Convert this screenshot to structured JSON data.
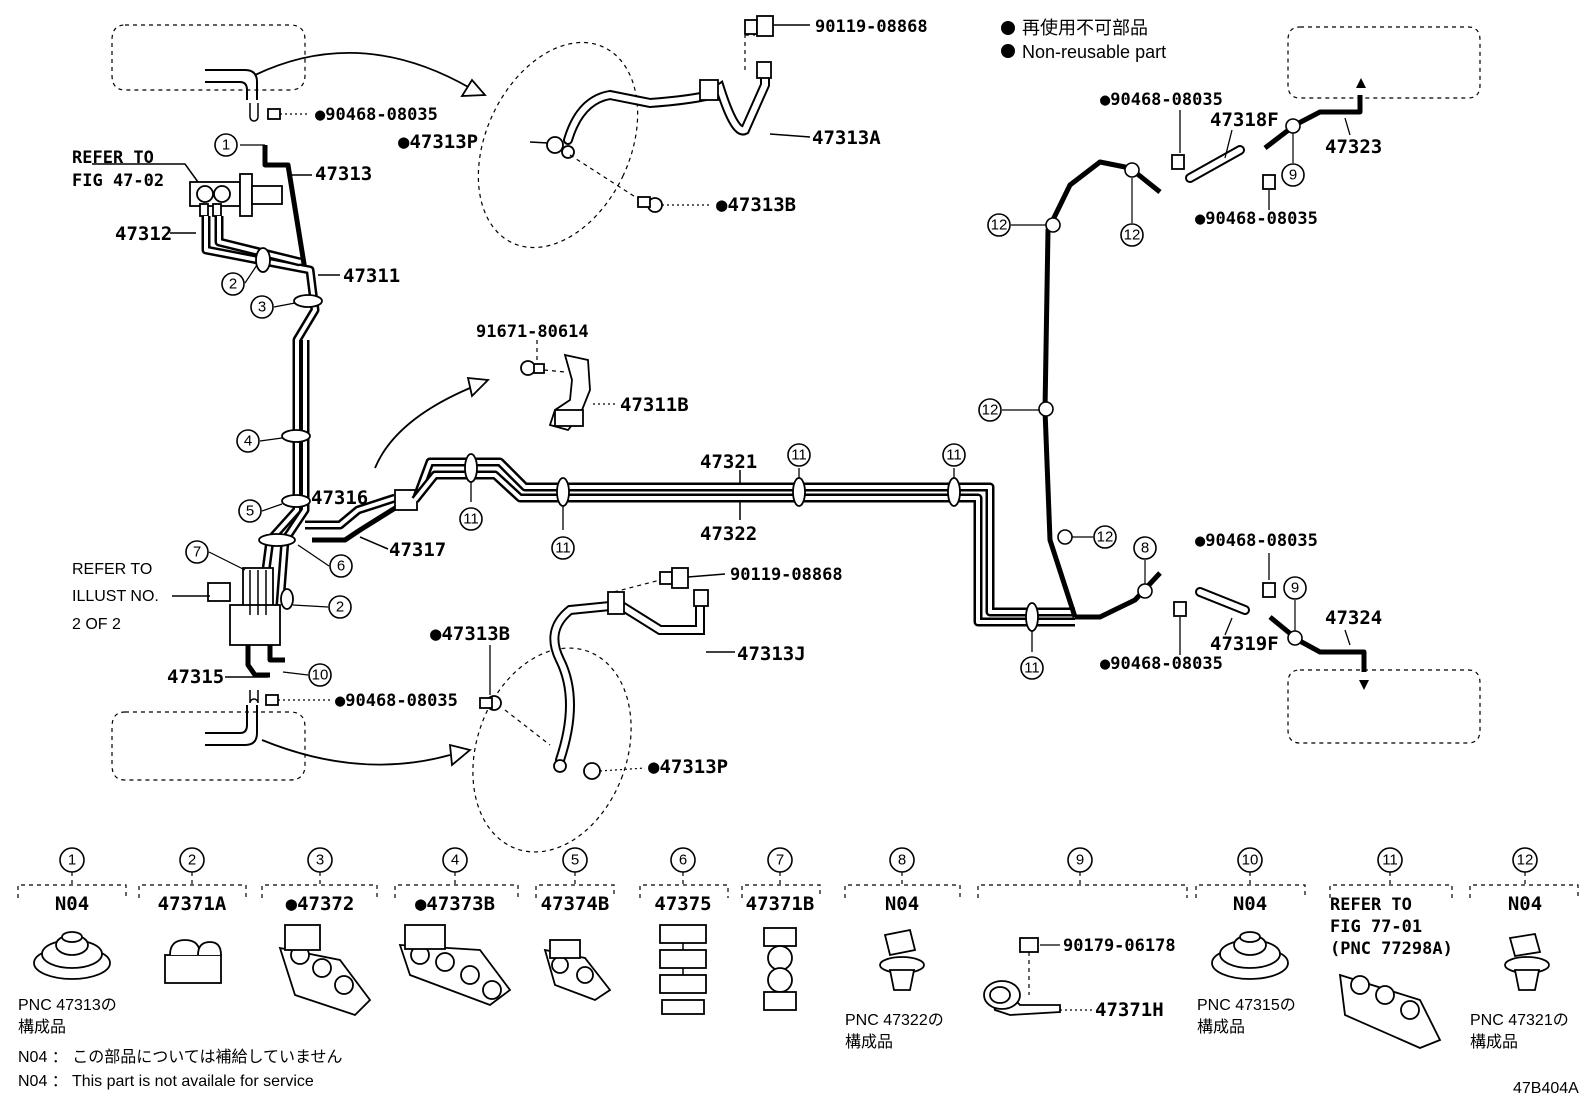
{
  "legend": {
    "line_jp": "再使用不可部品",
    "line_en": "Non-reusable part"
  },
  "labels": {
    "p90119_top": "90119-08868",
    "p90468_top_left": "●90468-08035",
    "p47313P_top": "●47313P",
    "p47313A": "47313A",
    "p47313B_top": "●47313B",
    "p47313": "47313",
    "p47312": "47312",
    "p47311": "47311",
    "refer_top_1": "REFER TO",
    "refer_top_2": "FIG 47-02",
    "p91671": "91671-80614",
    "p47311B": "47311B",
    "p47316": "47316",
    "p47317": "47317",
    "p47321": "47321",
    "p47322": "47322",
    "refer_left_1": "REFER TO",
    "refer_left_2": "ILLUST NO.",
    "refer_left_3": "2 OF 2",
    "p47315": "47315",
    "p90468_bottom_left": "●90468-08035",
    "p47313B_bottom": "●47313B",
    "p90119_bottom": "90119-08868",
    "p47313J": "47313J",
    "p47313P_bottom": "●47313P",
    "p90468_r1": "●90468-08035",
    "p47318F": "47318F",
    "p47323": "47323",
    "p90468_r2": "●90468-08035",
    "p90468_r3": "●90468-08035",
    "p90468_r4": "●90468-08035",
    "p47319F": "47319F",
    "p47324": "47324",
    "figure_code": "47B404A"
  },
  "callouts": [
    "1",
    "2",
    "3",
    "4",
    "5",
    "6",
    "7",
    "8",
    "9",
    "10",
    "11",
    "12"
  ],
  "bottom_parts": [
    {
      "num": "1",
      "name": "N04",
      "note1": "PNC 47313の",
      "note2": "構成品"
    },
    {
      "num": "2",
      "name": "47371A"
    },
    {
      "num": "3",
      "name": "●47372"
    },
    {
      "num": "4",
      "name": "●47373B"
    },
    {
      "num": "5",
      "name": "47374B"
    },
    {
      "num": "6",
      "name": "47375"
    },
    {
      "num": "7",
      "name": "47371B"
    },
    {
      "num": "8",
      "name": "N04",
      "note1": "PNC 47322の",
      "note2": "構成品"
    },
    {
      "num": "9",
      "sub1": "90179-06178",
      "sub2": "47371H"
    },
    {
      "num": "10",
      "name": "N04",
      "note1": "PNC 47315の",
      "note2": "構成品"
    },
    {
      "num": "11",
      "name": "REFER TO",
      "name2": "FIG 77-01",
      "name3": "(PNC 77298A)"
    },
    {
      "num": "12",
      "name": "N04",
      "note1": "PNC 47321の",
      "note2": "構成品"
    }
  ],
  "footnotes": {
    "jp": "N04 ： この部品については補給していません",
    "en": "N04 ： This part is not availale for service"
  }
}
